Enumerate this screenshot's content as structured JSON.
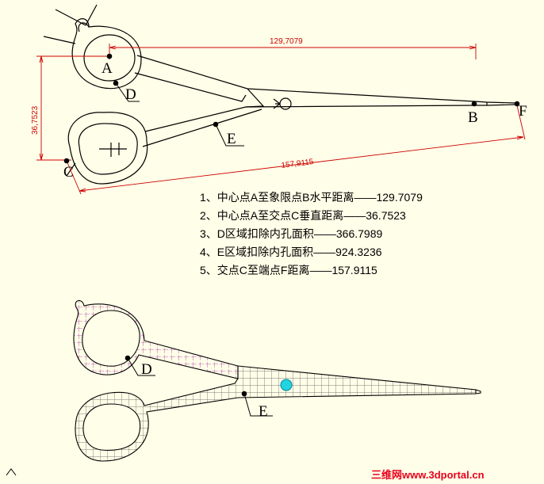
{
  "dimensions": {
    "horizontal": "129,7079",
    "vertical": "36,7523",
    "slant": "157,9115"
  },
  "point_labels": {
    "A": "A",
    "B": "B",
    "C": "C",
    "D": "D",
    "E": "E",
    "F": "F"
  },
  "notes": [
    "1、中心点A至象限点B水平距离——129.7079",
    "2、中心点A至交点C垂直距离——36.7523",
    "3、D区域扣除内孔面积——366.7989",
    "4、E区域扣除内孔面积——924.3236",
    "5、交点C至端点F距离——157.9115"
  ],
  "hatched_labels": {
    "D": "D",
    "E": "E"
  },
  "watermark": "三维网www.3dportal.cn",
  "colors": {
    "background": "#fffee8",
    "dimension": "#cc0000",
    "hatch_d": "#aa33aa",
    "marker": "#22d3e0"
  }
}
